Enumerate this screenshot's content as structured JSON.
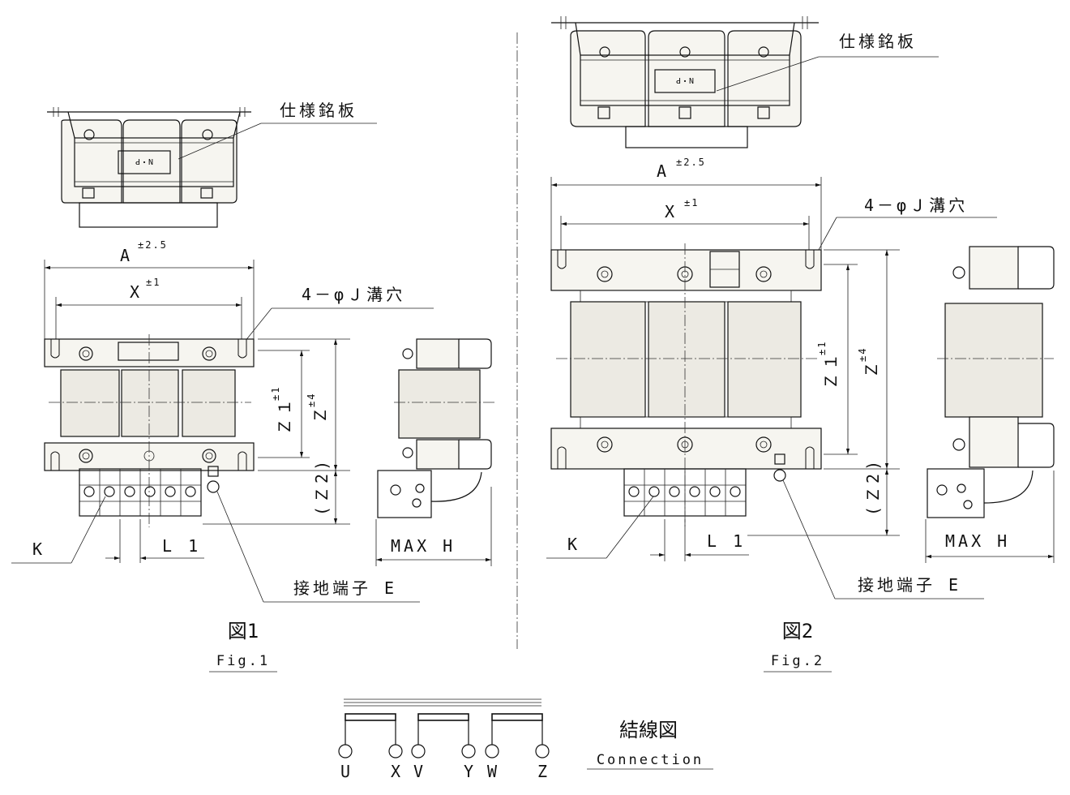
{
  "labels": {
    "nameplate": "仕様銘板",
    "nameplate_text": "N・P",
    "dim_a": "A",
    "dim_a_tol": "±2.5",
    "dim_x": "X",
    "dim_x_tol": "±1",
    "hole_note": "4－φＪ溝穴",
    "dim_z1": "Ｚ１",
    "dim_z1_tol": "±1",
    "dim_z": "Ｚ",
    "dim_z_tol": "±4",
    "dim_z2": "(Ｚ2)",
    "terminal_k": "K",
    "dim_l1": "L 1",
    "max_h": "MAX H",
    "ground_terminal": "接地端子 E"
  },
  "figures": [
    {
      "title": "図1",
      "subtitle": "Fig.1"
    },
    {
      "title": "図2",
      "subtitle": "Fig.2"
    }
  ],
  "connection": {
    "title": "結線図",
    "subtitle": "Connection",
    "terminals": [
      "U",
      "X",
      "V",
      "Y",
      "W",
      "Z"
    ]
  }
}
